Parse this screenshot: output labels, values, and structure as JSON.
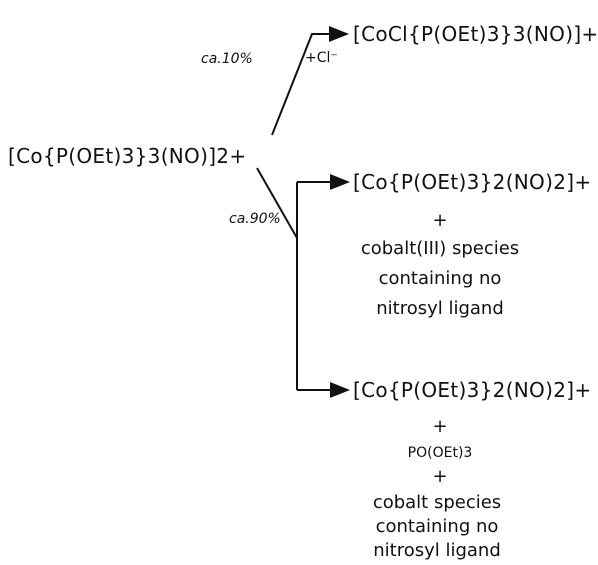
{
  "start_complex": "[Co{P(OEt)3}3(NO)]2+",
  "path_top": {
    "percent_label": "ca.10%",
    "reagent_label": "+Cl⁻",
    "product": "[CoCl{P(OEt)3}3(NO)]+"
  },
  "path_bottom": {
    "percent_label": "ca.90%",
    "branch_a": {
      "product": "[Co{P(OEt)3}2(NO)2]+",
      "plus": "+",
      "lines": [
        "cobalt(III) species",
        "containing no",
        "nitrosyl ligand"
      ]
    },
    "branch_b": {
      "product": "[Co{P(OEt)3}2(NO)2]+",
      "plus1": "+",
      "byproduct": "PO(OEt)3",
      "plus2": "+",
      "lines": [
        "cobalt species",
        "containing no",
        "nitrosyl ligand"
      ]
    }
  },
  "colors": {
    "ink": "#111111",
    "background": "#ffffff"
  }
}
